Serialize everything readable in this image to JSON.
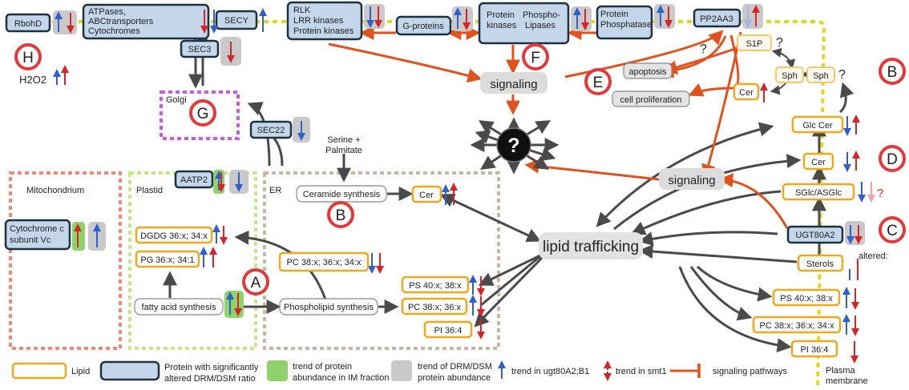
{
  "proteins": {
    "rbohd": "RbohD",
    "atpases": [
      "ATPases,",
      "ABCtransporters",
      "Cytochromes"
    ],
    "secy": "SECY",
    "rlk": [
      "RLK",
      "LRR kinases",
      "Protein kinases"
    ],
    "gproteins": "G-proteins",
    "pk": [
      "Protein",
      "kinases"
    ],
    "pl": [
      "Phospho-",
      "Lipases"
    ],
    "pp": [
      "Protein",
      "Phosphatase"
    ],
    "pp2aa3": "PP2AA3",
    "sec3": "SEC3",
    "sec22": "SEC22",
    "aatp2": "AATP2",
    "cytc": [
      "Cytochrome c",
      "subunit Vc"
    ],
    "ugt": "UGT80A2"
  },
  "lipids": {
    "s1p": "S1P",
    "sph1": "Sph",
    "sph2": "Sph",
    "cer_top": "Cer",
    "cer_er": "Cer",
    "glccer": "Glc Cer",
    "cer_pm": "Cer",
    "sglc": "SGlc/ASGlc",
    "sterols": "Sterols",
    "dgdg": "DGDG 36:x; 34:x",
    "pg": "PG 36:x; 34:1",
    "pc_er": "PC 38:x; 36:x; 34:x",
    "ps_er": "PS 40:x; 38:x",
    "pc_er2": "PC 38:x; 36:x",
    "pi_er": "PI 36:4",
    "ps_pm": "PS 40:x; 38:x",
    "pc_pm": "PC 38:x; 36:x; 34:x",
    "pi_pm": "PI 36:4"
  },
  "processes": {
    "apoptosis": "apoptosis",
    "cell_prolif": "cell proliferation",
    "cer_synth": "Ceramide synthesis",
    "fatty_acid": "fatty acid synthesis",
    "phospholipid": "Phospholipid synthesis",
    "signaling_top": "signaling",
    "signaling_mid": "signaling",
    "lipid_traff": "lipid trafficking",
    "serine": [
      "Serine +",
      "Palmitate"
    ],
    "question": "?"
  },
  "compartments": {
    "golgi": "Golgi",
    "mito": "Mitochondrium",
    "plastid": "Plastid",
    "er": "ER",
    "pm": [
      "Plasma",
      "membrane"
    ],
    "h2o2": "H2O2",
    "altered": "altered:",
    "qmark": "?"
  },
  "section_letters": [
    "H",
    "G",
    "F",
    "E",
    "B",
    "D",
    "C",
    "A",
    "B"
  ],
  "legend": {
    "lipid": "Lipid",
    "protein": [
      "Protein with significantly",
      "altered DRM/DSM ratio"
    ],
    "green": [
      "trend of protein",
      "abundance in IM fraction"
    ],
    "gray": [
      "trend of DRM/DSM",
      "protein abundance"
    ],
    "blue": "trend in ugt80A2;B1",
    "red": "trend in smt1",
    "signal": "signaling pathways"
  },
  "colors": {
    "protein_fill": "#c3d6ea",
    "protein_stroke": "#1d3140",
    "lipid_stroke": "#f0a81e",
    "up_blue": "#2d5fcd",
    "red": "#d6252a",
    "signal_orange": "#e0531f",
    "dark_arrow": "#4a4a4a",
    "membrane_yellow": "#e6d51e",
    "golgi_purple": "#c85ce8",
    "mito_salmon": "#ee8a78",
    "plastid_green": "#c9e48a",
    "er_taupe": "#c8b6a4",
    "green_badge": "#8fd16a",
    "gray_badge": "#c9c9c9",
    "badge_circle": "#e23a3a"
  }
}
